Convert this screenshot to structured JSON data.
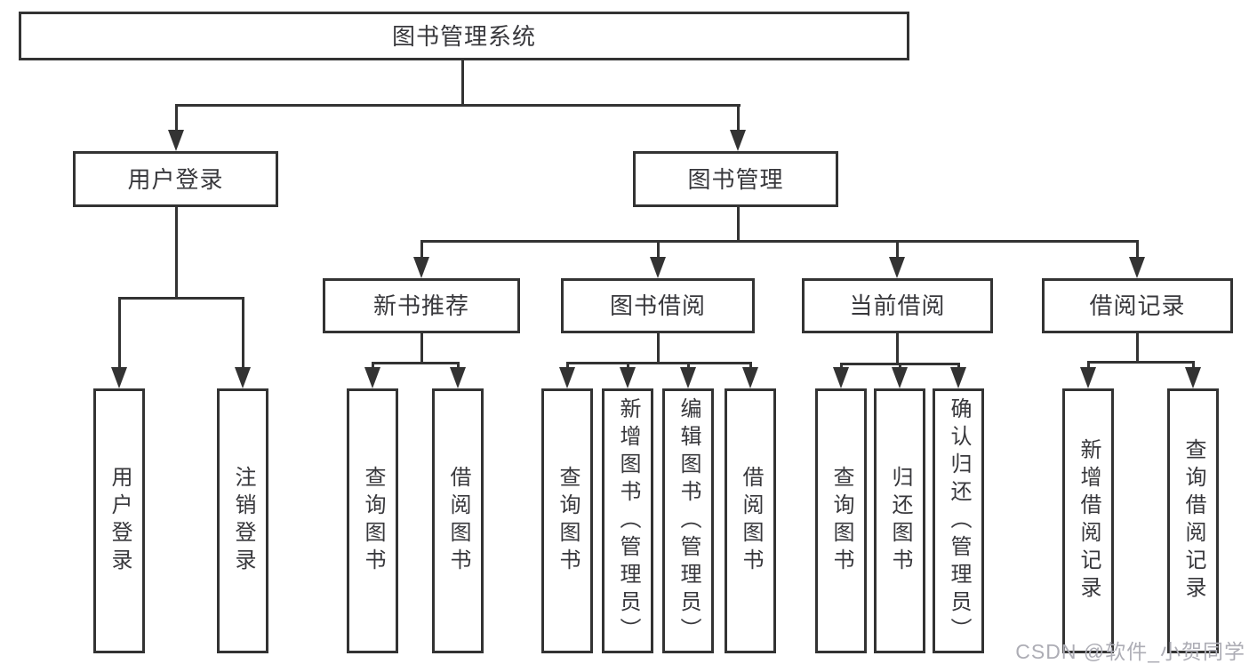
{
  "tree": {
    "label": "图书管理系统",
    "children": [
      {
        "label": "用户登录",
        "children": [
          {
            "label": "用户登录"
          },
          {
            "label": "注销登录"
          }
        ]
      },
      {
        "label": "图书管理",
        "children": [
          {
            "label": "新书推荐",
            "children": [
              {
                "label": "查询图书"
              },
              {
                "label": "借阅图书"
              }
            ]
          },
          {
            "label": "图书借阅",
            "children": [
              {
                "label": "查询图书"
              },
              {
                "label": "新增图书（管理员）"
              },
              {
                "label": "编辑图书（管理员）"
              },
              {
                "label": "借阅图书"
              }
            ]
          },
          {
            "label": "当前借阅",
            "children": [
              {
                "label": "查询图书"
              },
              {
                "label": "归还图书"
              },
              {
                "label": "确认归还（管理员）"
              }
            ]
          },
          {
            "label": "借阅记录",
            "children": [
              {
                "label": "新增借阅记录"
              },
              {
                "label": "查询借阅记录"
              }
            ]
          }
        ]
      }
    ]
  },
  "watermark": {
    "text": "CSDN @软件_小贺同学"
  },
  "colors": {
    "line": "#333333",
    "box_background": "#ffffff",
    "text": "#38383c",
    "watermark": "#adadb5"
  }
}
